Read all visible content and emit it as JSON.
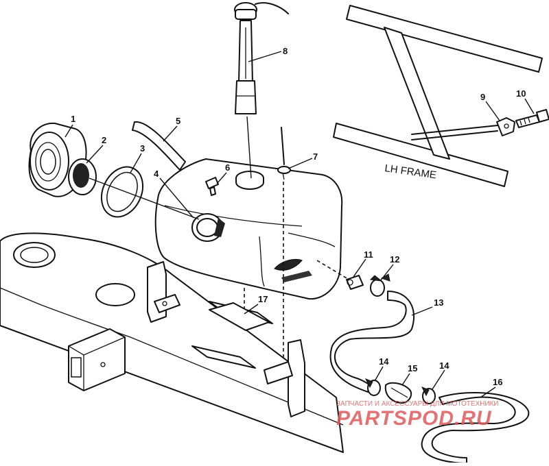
{
  "diagram": {
    "frame_label": "LH FRAME",
    "callouts": [
      {
        "id": "1",
        "label": "1"
      },
      {
        "id": "2",
        "label": "2"
      },
      {
        "id": "3",
        "label": "3"
      },
      {
        "id": "4",
        "label": "4"
      },
      {
        "id": "5",
        "label": "5"
      },
      {
        "id": "6",
        "label": "6"
      },
      {
        "id": "7",
        "label": "7"
      },
      {
        "id": "8",
        "label": "8"
      },
      {
        "id": "9",
        "label": "9"
      },
      {
        "id": "10",
        "label": "10"
      },
      {
        "id": "11",
        "label": "11"
      },
      {
        "id": "12",
        "label": "12"
      },
      {
        "id": "13",
        "label": "13"
      },
      {
        "id": "14a",
        "label": "14"
      },
      {
        "id": "14b",
        "label": "14"
      },
      {
        "id": "15",
        "label": "15"
      },
      {
        "id": "16",
        "label": "16"
      },
      {
        "id": "17",
        "label": "17"
      }
    ]
  },
  "watermark": {
    "tagline": "ЗАПЧАСТИ И АКСЕССУАРЫ ДЛЯ МОТОТЕХНИКИ",
    "logo_text": "PARTSPOD.RU",
    "color": "#e05a5a"
  }
}
